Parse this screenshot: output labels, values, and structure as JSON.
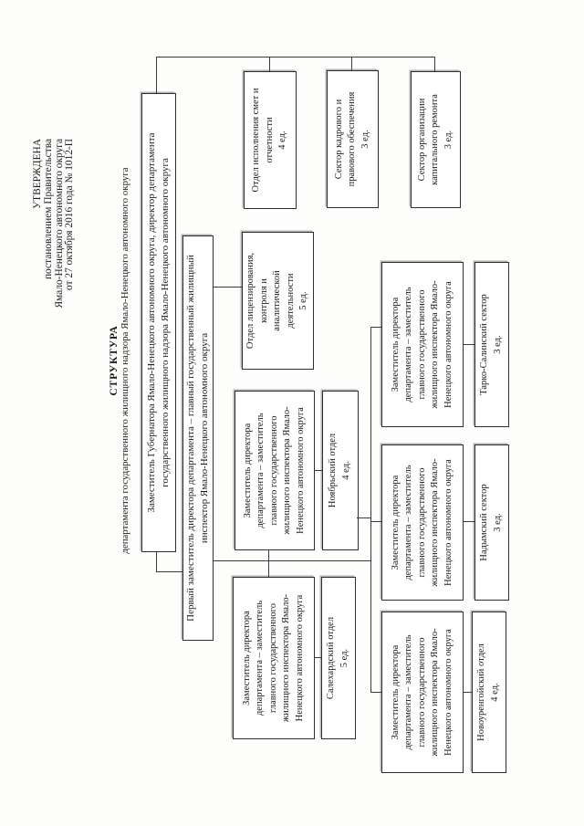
{
  "approval": {
    "lines": [
      "УТВЕРЖДЕНА",
      "постановлением Правительства",
      "Ямало-Ненецкого автономного округа",
      "от 27 октября 2016 года № 1012-П"
    ]
  },
  "title": {
    "line1": "СТРУКТУРА",
    "line2": "департамента государственного жилищного надзора Ямало-Ненецкого автономного округа"
  },
  "boxes": {
    "director": {
      "lines": [
        "Заместитель Губернатора Ямало-Ненецкого автономного округа, директор департамента",
        "государственного жилищного надзора Ямало-Ненецкого автономного округа"
      ]
    },
    "first_deputy": {
      "lines": [
        "Первый заместитель директора департамента – главный государственный жилищный",
        "инспектор Ямало-Ненецкого автономного округа"
      ]
    },
    "budget_dept": {
      "lines": [
        "Отдел исполнения смет и",
        "отчетности",
        "4 ед."
      ]
    },
    "hr_legal_sector": {
      "lines": [
        "Сектор кадрового и",
        "правового обеспечения",
        "3 ед."
      ]
    },
    "capital_repair_sector": {
      "lines": [
        "Сектор организации",
        "капитального ремонта",
        "3 ед."
      ]
    },
    "licensing_dept": {
      "lines": [
        "Отдел лицензирования,",
        "контроля и",
        "аналитической",
        "деятельности",
        "5 ед."
      ]
    },
    "deputy_lines": [
      "Заместитель директора",
      "департамента – заместитель",
      "главного государственного",
      "жилищного инспектора Ямало-",
      "Ненецкого автономного округа"
    ],
    "noyabrsk_dept": {
      "lines": [
        "Ноябрьский отдел",
        "4 ед."
      ]
    },
    "salekhard_dept": {
      "lines": [
        "Салехардский отдел",
        "5 ед."
      ]
    },
    "tarko_sale_sector": {
      "lines": [
        "Тарко-Салинский сектор",
        "3 ед."
      ]
    },
    "nadym_sector": {
      "lines": [
        "Надымский сектор",
        "3 ед."
      ]
    },
    "novy_urengoy_dept": {
      "lines": [
        "Новоуренгойский отдел",
        "4 ед."
      ]
    }
  }
}
